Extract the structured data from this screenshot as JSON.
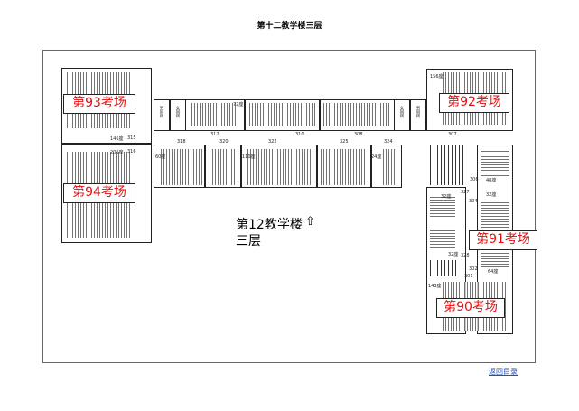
{
  "title": "第十二教学楼三层",
  "building_label": {
    "line1": "第12教学楼",
    "line2": "三层"
  },
  "exam_rooms": [
    "第93考场",
    "第94考场",
    "第92考场",
    "第91考场",
    "第90考场"
  ],
  "rooms": {
    "r312": "312",
    "r310": "310",
    "r308": "308",
    "r318": "318",
    "r320": "320",
    "r322": "322",
    "r325": "325",
    "r324": "324",
    "r307": "307",
    "r306": "306",
    "r327": "327",
    "r304": "304",
    "r328": "328",
    "r302": "302",
    "r301": "301",
    "r315": "315",
    "r316": "316"
  },
  "restrooms": {
    "male": "男厕所",
    "female": "女厕所"
  },
  "seats": {
    "s156": "156座",
    "s146": "146座",
    "s206": "206座",
    "s40": "40座",
    "s32a": "32座",
    "s32b": "32座",
    "s32c": "32座",
    "s64": "64座",
    "s143": "143座",
    "s72": "72座",
    "s110": "110座",
    "s60": "60座",
    "s24": "24座"
  },
  "back_link": "返回目录"
}
